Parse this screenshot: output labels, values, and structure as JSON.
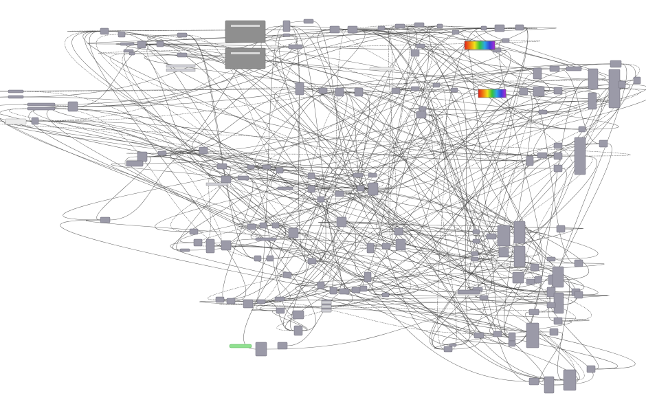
{
  "canvas": {
    "background": "#ffffff",
    "component_fill": "#9b9aa8",
    "component_stroke": "#6d6c78",
    "wire_color": "#4a4a4a",
    "panel_fill": "#ececec",
    "group_fill": "#8f8f8f",
    "slider_highlight": "#8fe08f",
    "gradient_colors": [
      "#e0201c",
      "#f07a12",
      "#f2e21a",
      "#36c23a",
      "#2aa8e8",
      "#3a3fd8",
      "#b02ad8"
    ]
  },
  "counts": {
    "components": 260,
    "wires": 330,
    "gradient_strips": 2,
    "groups": 2
  }
}
